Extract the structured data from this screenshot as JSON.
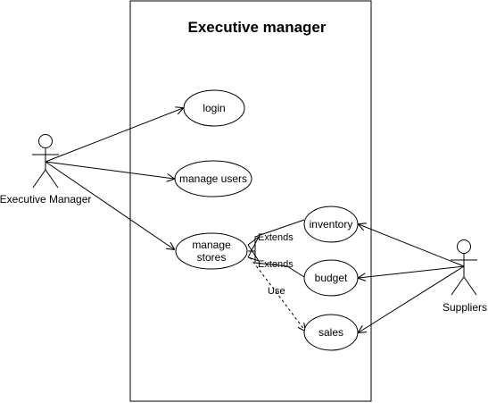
{
  "system": {
    "title": "Executive manager"
  },
  "actors": {
    "executive_manager": "Executive Manager",
    "suppliers": "Suppliers"
  },
  "use_cases": {
    "login": "login",
    "manage_users": "manage users",
    "manage_stores_line1": "manage",
    "manage_stores_line2": "stores",
    "inventory": "inventory",
    "budget": "budget",
    "sales": "sales"
  },
  "relations": {
    "extends_inventory": "Extends",
    "extends_budget": "Extends",
    "use_sales": "Use"
  }
}
